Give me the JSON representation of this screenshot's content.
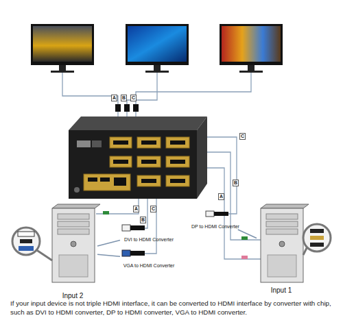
{
  "diagram": {
    "caption": "If your input device is not triple HDMI interface, it can be converted to HDMI interface by converter with chip, such as DVI to HDMI converter, DP to HDMI converter, VGA to HDMI converter.",
    "nodes": [
      {
        "text": [
          "DP to HDMI Converter"
        ]
      },
      {
        "text": [
          "DVI to HDMI Converter"
        ]
      },
      {
        "text": [
          "VGA to HDMI Converter"
        ]
      },
      {
        "text": [
          "Input 2"
        ]
      },
      {
        "text": [
          "Input 1"
        ]
      }
    ],
    "edges": [
      {
        "from": 4,
        "to": 0,
        "arrow": "none"
      },
      {
        "from": 3,
        "to": 1,
        "arrow": "none"
      },
      {
        "from": 3,
        "to": 2,
        "arrow": "none"
      }
    ],
    "labels": [
      "A",
      "B",
      "C",
      "A",
      "B",
      "C",
      "C",
      "B",
      "A"
    ]
  }
}
